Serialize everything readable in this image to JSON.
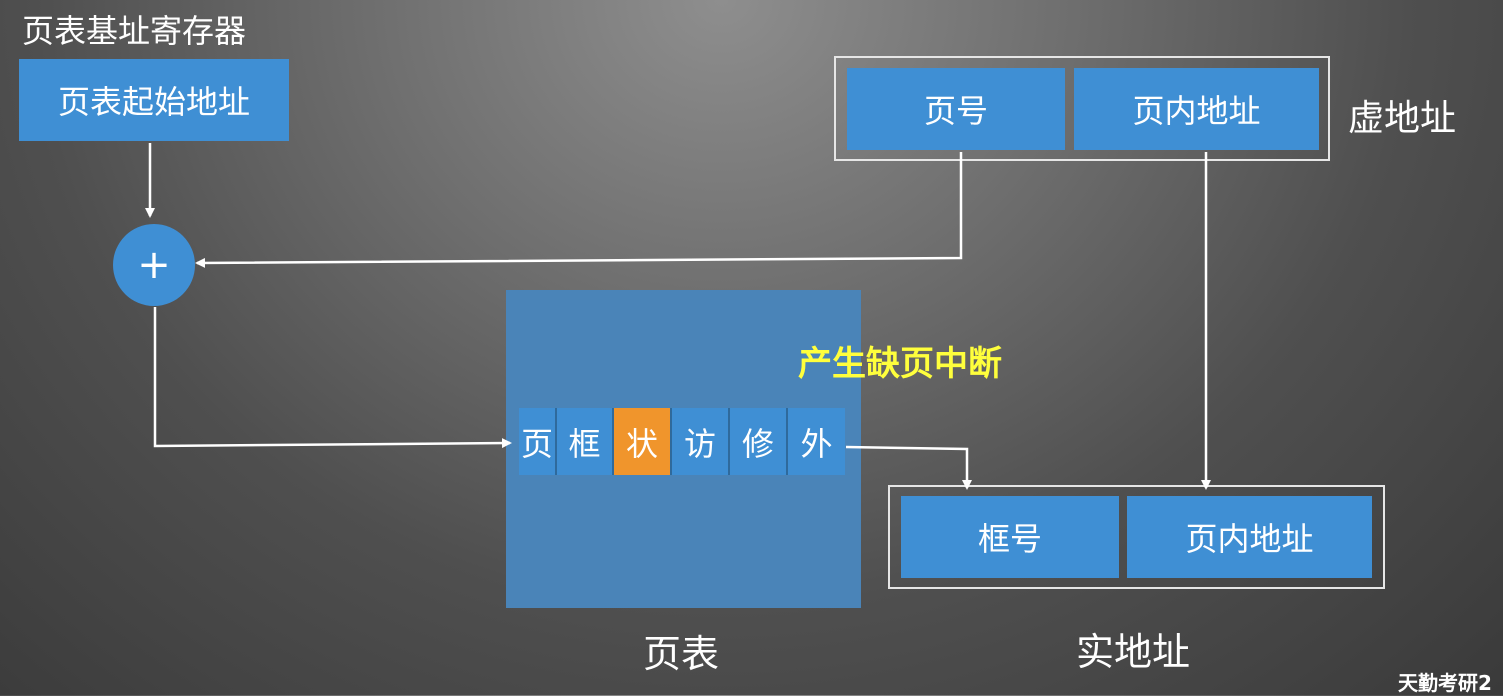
{
  "register_label": "页表基址寄存器",
  "start_address_box": "页表起始地址",
  "adder_symbol": "+",
  "virtual_address": {
    "page_number": "页号",
    "offset": "页内地址",
    "label": "虚地址"
  },
  "page_table": {
    "label": "页表",
    "entry_fields": [
      {
        "text": "页",
        "highlighted": false
      },
      {
        "text": "框",
        "highlighted": false
      },
      {
        "text": "状",
        "highlighted": true
      },
      {
        "text": "访",
        "highlighted": false
      },
      {
        "text": "修",
        "highlighted": false
      },
      {
        "text": "外",
        "highlighted": false
      }
    ]
  },
  "interrupt_text": "产生缺页中断",
  "physical_address": {
    "frame_number": "框号",
    "offset": "页内地址",
    "label": "实地址"
  },
  "watermark": "天勤考研2",
  "colors": {
    "box_blue": "#3f8fd4",
    "table_blue": "#4a84b8",
    "highlight_orange": "#f0952c",
    "interrupt_yellow": "#ffff3c",
    "arrow_white": "#ffffff"
  }
}
